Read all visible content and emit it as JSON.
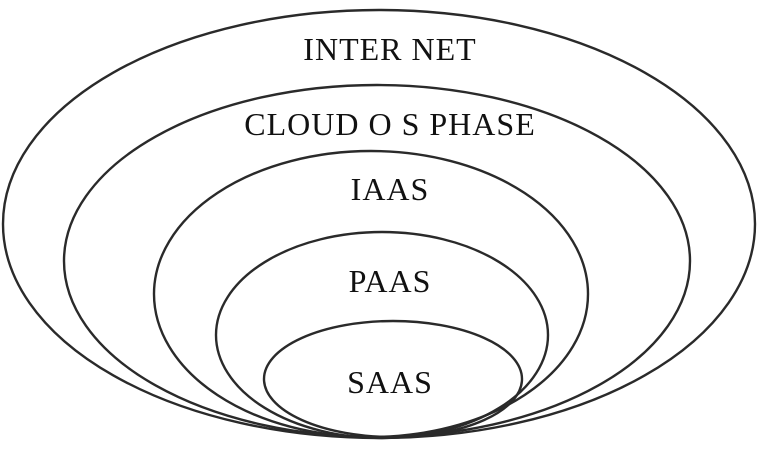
{
  "diagram": {
    "layers": [
      {
        "label": "INTER NET"
      },
      {
        "label": "CLOUD O S PHASE"
      },
      {
        "label": "IAAS"
      },
      {
        "label": "PAAS"
      },
      {
        "label": "SAAS"
      }
    ]
  }
}
